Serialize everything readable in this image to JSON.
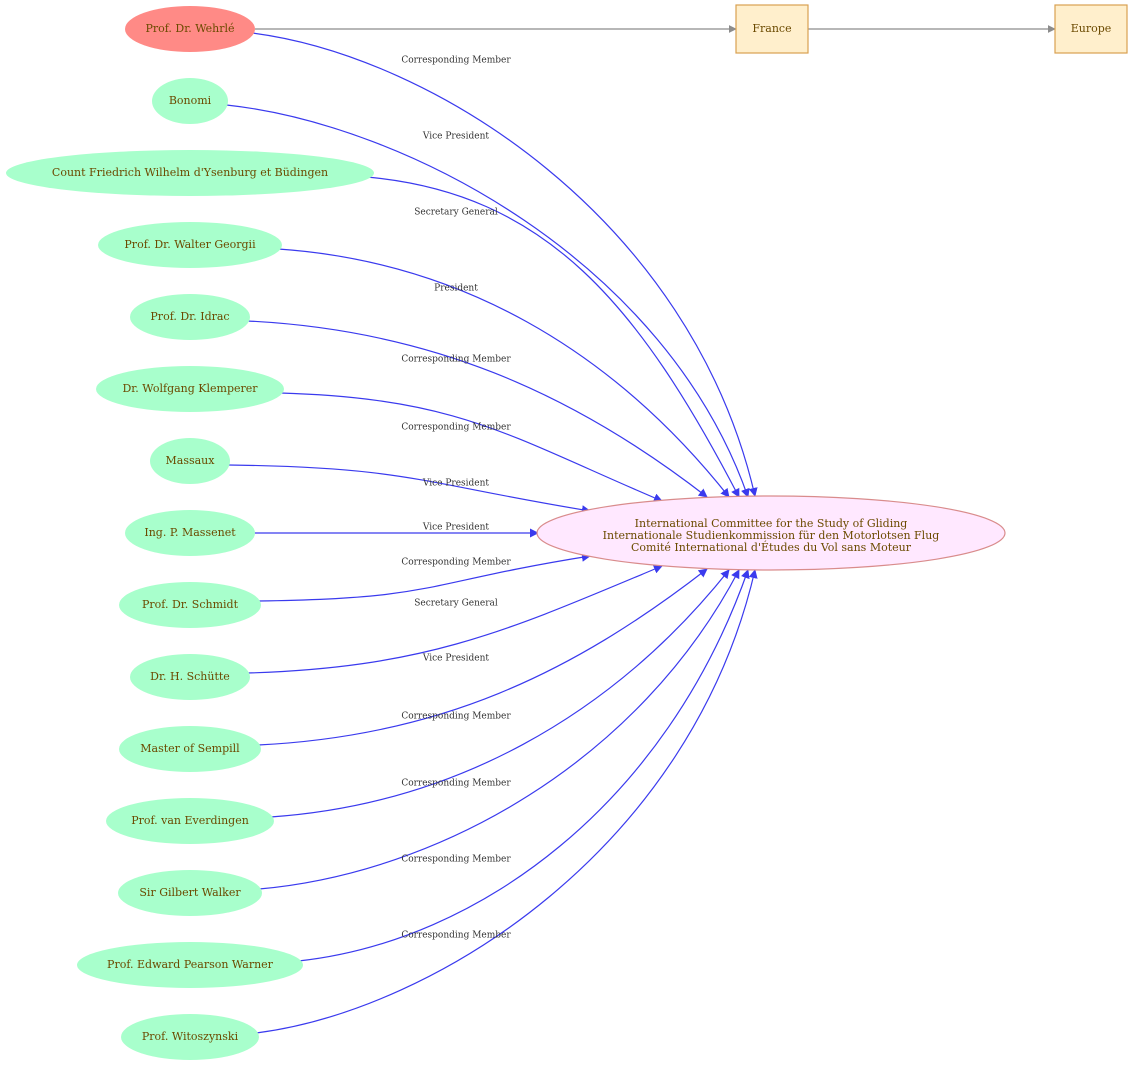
{
  "colors": {
    "person_fill": "#a8ffcc",
    "root_person_fill": "#ff8a86",
    "committee_fill": "#ffe8ff",
    "committee_stroke": "#d98c8c",
    "place_fill": "#ffefcc",
    "place_stroke": "#d9a050",
    "member_edge": "#3a3aee",
    "location_edge": "#8c8c8c",
    "label_text": "#6b4a00"
  },
  "committee": {
    "lines": [
      "International Committee for the Study of Gliding",
      "Internationale Studienkommission für den Motorlotsen Flug",
      "Comité International d'Études du Vol sans Moteur"
    ]
  },
  "places": [
    {
      "id": "france",
      "label": "France"
    },
    {
      "id": "europe",
      "label": "Europe"
    }
  ],
  "people": [
    {
      "id": "wehrle",
      "label": "Prof. Dr. Wehrlé",
      "role": "Corresponding Member",
      "highlight": true
    },
    {
      "id": "bonomi",
      "label": "Bonomi",
      "role": "Vice President"
    },
    {
      "id": "ysenburg",
      "label": "Count Friedrich Wilhelm  d'Ysenburg et Büdingen",
      "role": "Secretary General"
    },
    {
      "id": "georgii",
      "label": "Prof. Dr. Walter Georgii",
      "role": "President"
    },
    {
      "id": "idrac",
      "label": "Prof. Dr. Idrac",
      "role": "Corresponding Member"
    },
    {
      "id": "klemperer",
      "label": "Dr. Wolfgang Klemperer",
      "role": "Corresponding Member"
    },
    {
      "id": "massaux",
      "label": "Massaux",
      "role": "Vice President"
    },
    {
      "id": "massenet",
      "label": "Ing. P. Massenet",
      "role": "Vice President"
    },
    {
      "id": "schmidt",
      "label": "Prof. Dr. Schmidt",
      "role": "Corresponding Member"
    },
    {
      "id": "schutte",
      "label": "Dr. H. Schütte",
      "role": "Secretary General"
    },
    {
      "id": "sempill",
      "label": "Master of Sempill",
      "role": "Vice President"
    },
    {
      "id": "everdingen",
      "label": "Prof. van Everdingen",
      "role": "Corresponding Member"
    },
    {
      "id": "walker",
      "label": "Sir Gilbert Walker",
      "role": "Corresponding Member"
    },
    {
      "id": "warner",
      "label": "Prof. Edward Pearson Warner",
      "role": "Corresponding Member"
    },
    {
      "id": "witoszynski",
      "label": "Prof. Witoszynski",
      "role": "Corresponding Member"
    }
  ],
  "location_edges": [
    {
      "from": "wehrle",
      "to": "france"
    },
    {
      "from": "france",
      "to": "europe"
    }
  ]
}
